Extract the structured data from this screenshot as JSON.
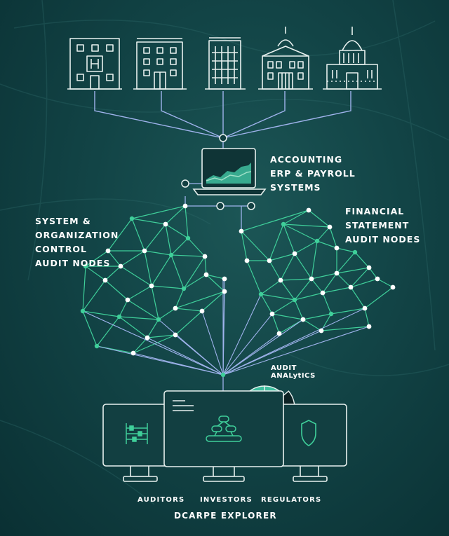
{
  "labels": {
    "accounting": "ACCOUNTING\nERP & PAYROLL\nSYSTEMS",
    "system_org": "SYSTEM &\nORGANIZATION\nCONTROL\nAUDIT NODES",
    "financial": "FINANCIAL\nSTATEMENT\nAUDIT NODES",
    "audit_analytics": "AUDIT\nANALytICS",
    "auditors": "AUDITORS",
    "investors": "INVESTORS",
    "regulators": "REGULATORS",
    "explorer": "DCARPE EXPLORER"
  },
  "icons": {
    "buildings": [
      "office-building-icon",
      "apartment-building-icon",
      "tower-building-icon",
      "government-building-icon",
      "capitol-building-icon"
    ],
    "laptop": "laptop-chart-icon",
    "abacus": "abacus-icon",
    "network": "hierarchy-network-icon",
    "shield": "shield-icon",
    "pie": "pie-chart-icon"
  },
  "colors": {
    "background": "#124446",
    "line_white": "#e8f1ef",
    "mesh_green": "#3fcf9a",
    "connector_blue": "#9fb3ec",
    "pie_teal": "#3fbf9f",
    "pie_blue": "#3aa6c8",
    "pie_dark": "#0c2224",
    "pie_white": "#ffffff"
  }
}
